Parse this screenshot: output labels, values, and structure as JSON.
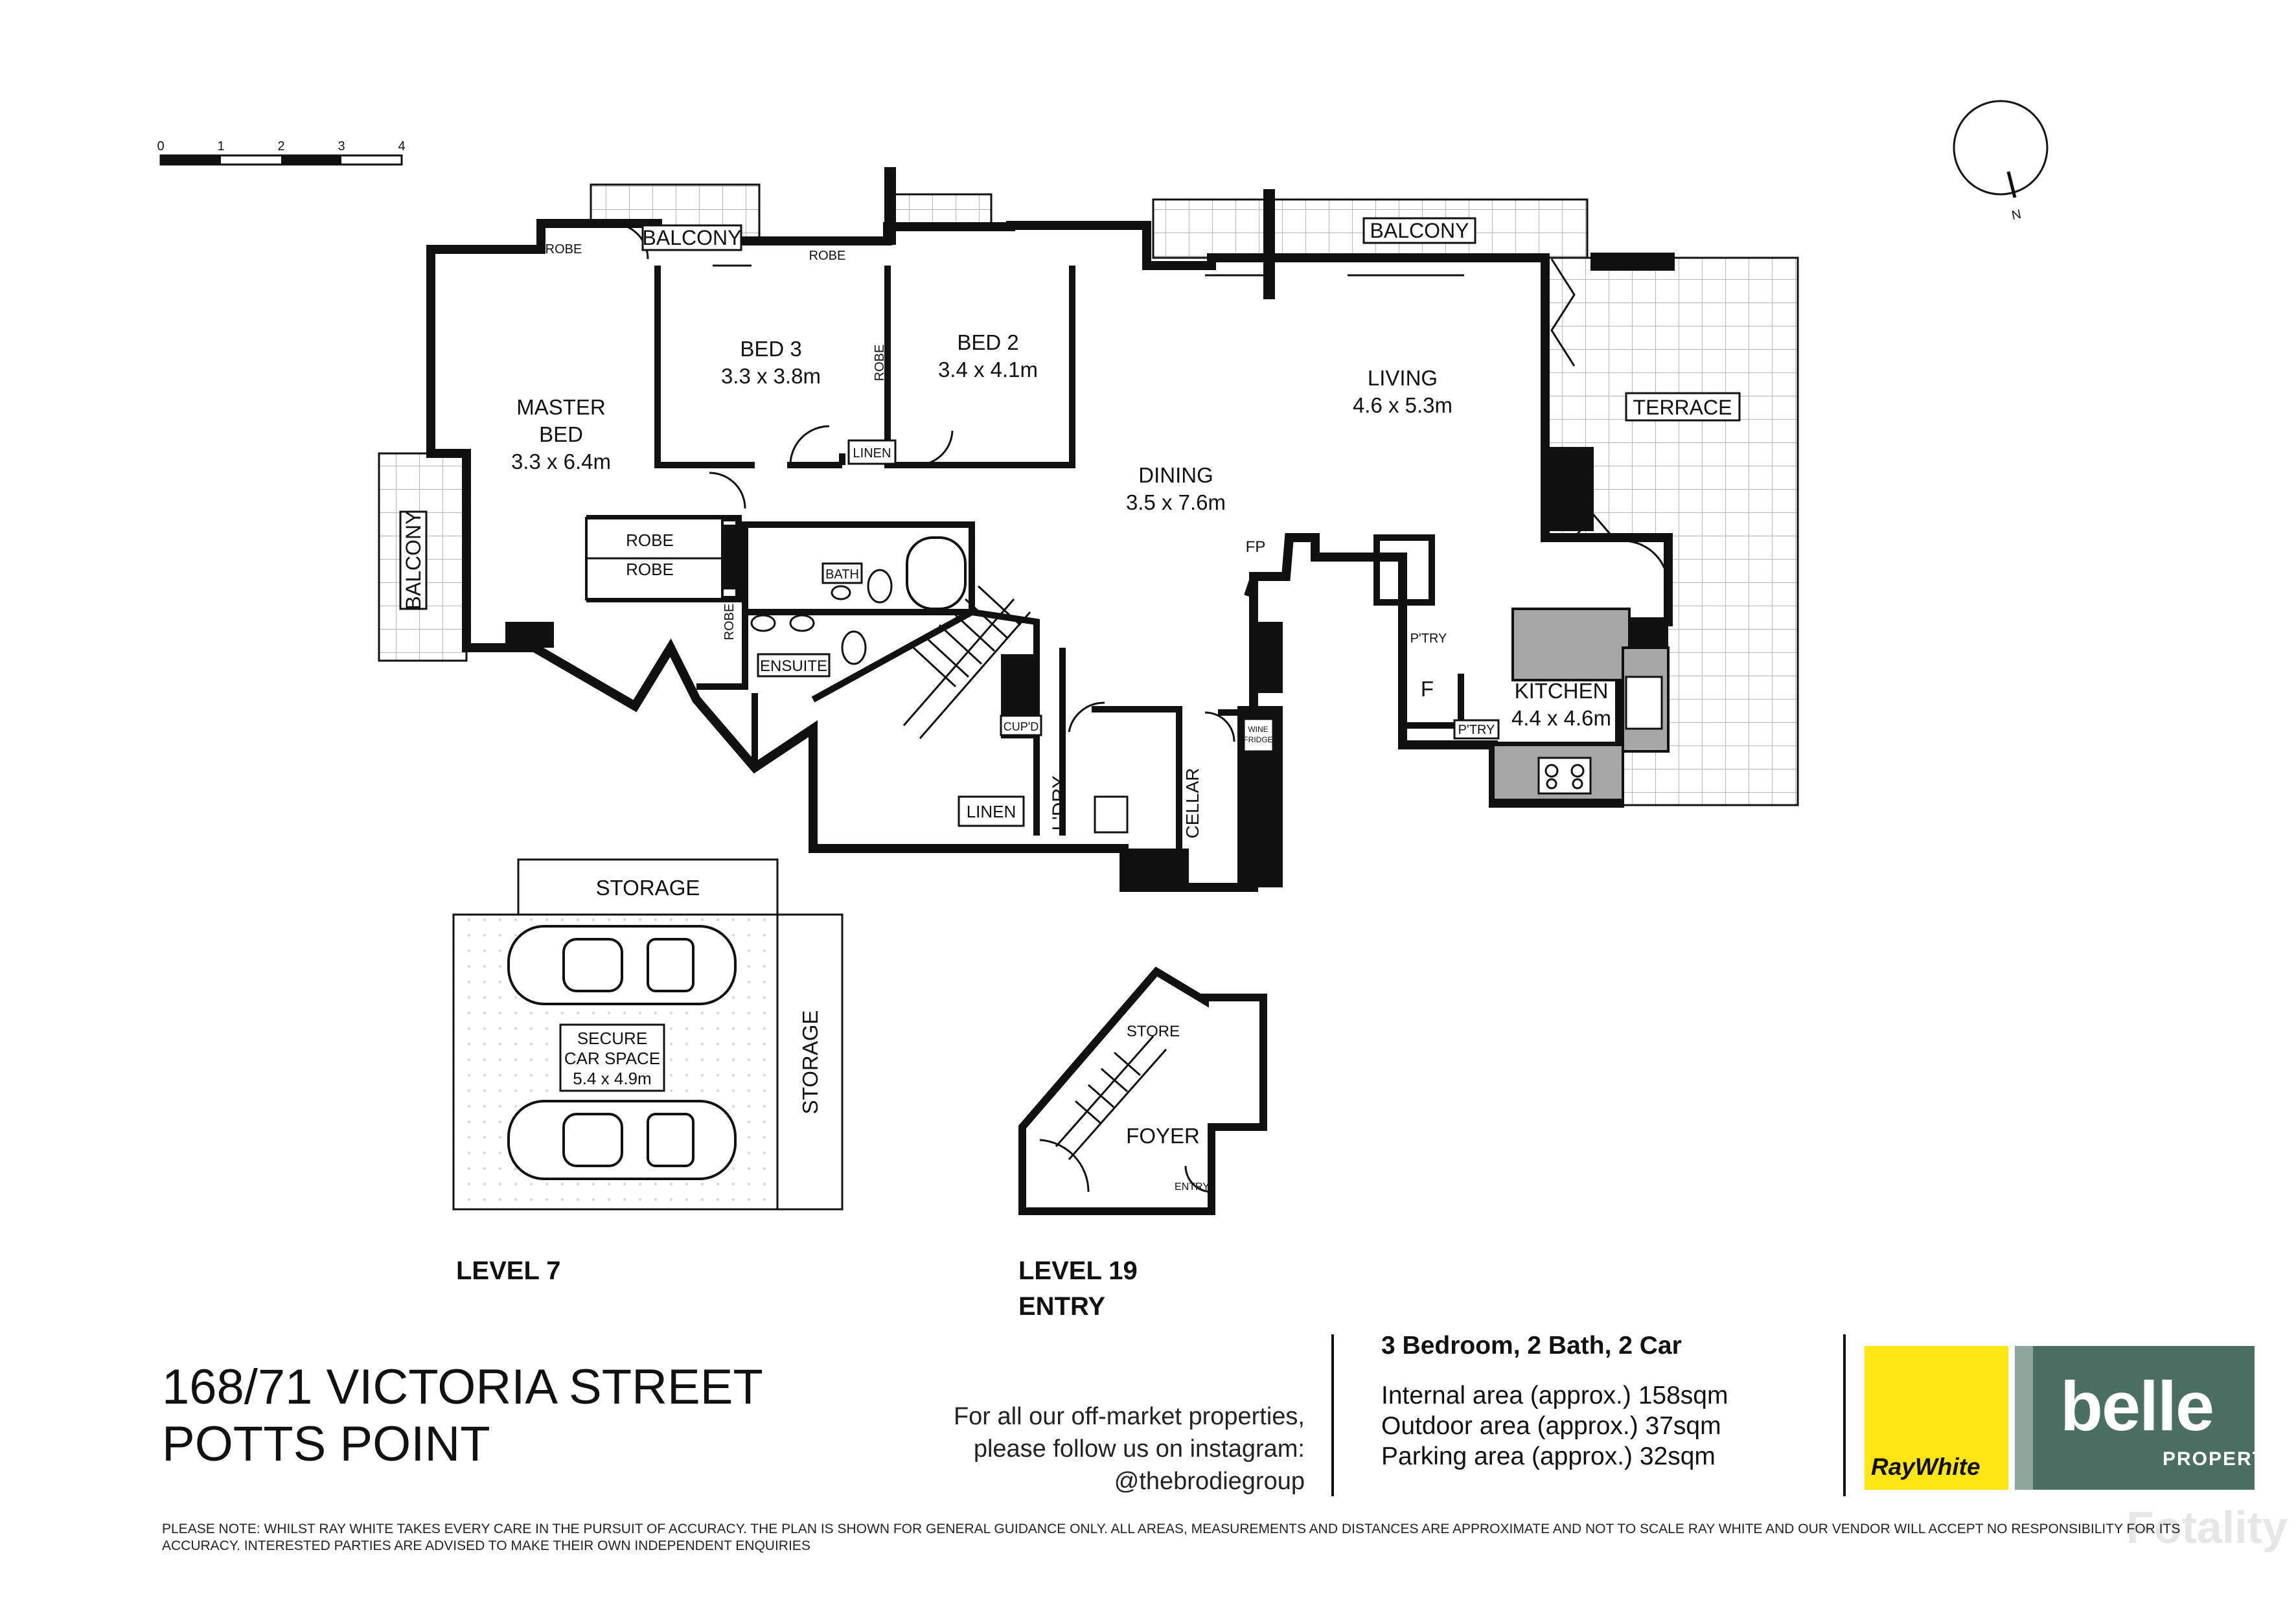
{
  "scale_bar": {
    "ticks": [
      "0",
      "1",
      "2",
      "3",
      "4"
    ]
  },
  "compass": {
    "label": "N"
  },
  "rooms": {
    "balcony_top_left": "BALCONY",
    "balcony_top_right": "BALCONY",
    "balcony_left": "BALCONY",
    "robe_1": "ROBE",
    "robe_2": "ROBE",
    "robe_3": "ROBE",
    "robe_4": "ROBE",
    "robe_5": "ROBE",
    "robe_6": "ROBE",
    "bed3_name": "BED 3",
    "bed3_size": "3.3 x 3.8m",
    "bed2_name": "BED 2",
    "bed2_size": "3.4 x 4.1m",
    "master_name_1": "MASTER",
    "master_name_2": "BED",
    "master_size": "3.3 x 6.4m",
    "living_name": "LIVING",
    "living_size": "4.6 x 5.3m",
    "dining_name": "DINING",
    "dining_size": "3.5 x 7.6m",
    "terrace": "TERRACE",
    "linen_1": "LINEN",
    "linen_2": "LINEN",
    "bath": "BATH",
    "ensuite": "ENSUITE",
    "fp": "FP",
    "ptry_1": "P'TRY",
    "ptry_2": "P'TRY",
    "fridge": "F",
    "kitchen_name": "KITCHEN",
    "kitchen_size": "4.4 x 4.6m",
    "cupd": "CUP'D",
    "ldry": "L'DRY",
    "cellar": "CELLAR",
    "wine_fridge_1": "WINE",
    "wine_fridge_2": "FRIDGE"
  },
  "parking": {
    "storage_top": "STORAGE",
    "storage_side": "STORAGE",
    "car_space_1": "SECURE",
    "car_space_2": "CAR SPACE",
    "car_space_3": "5.4 x 4.9m"
  },
  "entry_level": {
    "store": "STORE",
    "foyer": "FOYER",
    "entry": "ENTRY"
  },
  "levels": {
    "level7": "LEVEL 7",
    "level19_1": "LEVEL 19",
    "level19_2": "ENTRY"
  },
  "address": {
    "line1": "168/71 VICTORIA STREET",
    "line2": "POTTS POINT"
  },
  "follow": {
    "line1": "For all our off-market properties,",
    "line2": "please follow us on instagram:",
    "line3": "@thebrodiegroup"
  },
  "summary": {
    "headline": "3 Bedroom, 2 Bath, 2 Car",
    "internal": "Internal area (approx.) 158sqm",
    "outdoor": "Outdoor area (approx.) 37sqm",
    "parking": "Parking area (approx.) 32sqm"
  },
  "brands": {
    "raywhite": "RayWhite",
    "belle": "belle",
    "belle_sub": "PROPERTY",
    "watermark": "Fotality"
  },
  "disclaimer": "Please note: Whilst Ray White takes every care in the pursuit of accuracy. The plan is shown for general guidance only. All areas, measurements and distances are approximate and not to scale Ray White and our vendor will accept no responsibility for its accuracy. Interested parties are advised to make their own independent enquiries"
}
